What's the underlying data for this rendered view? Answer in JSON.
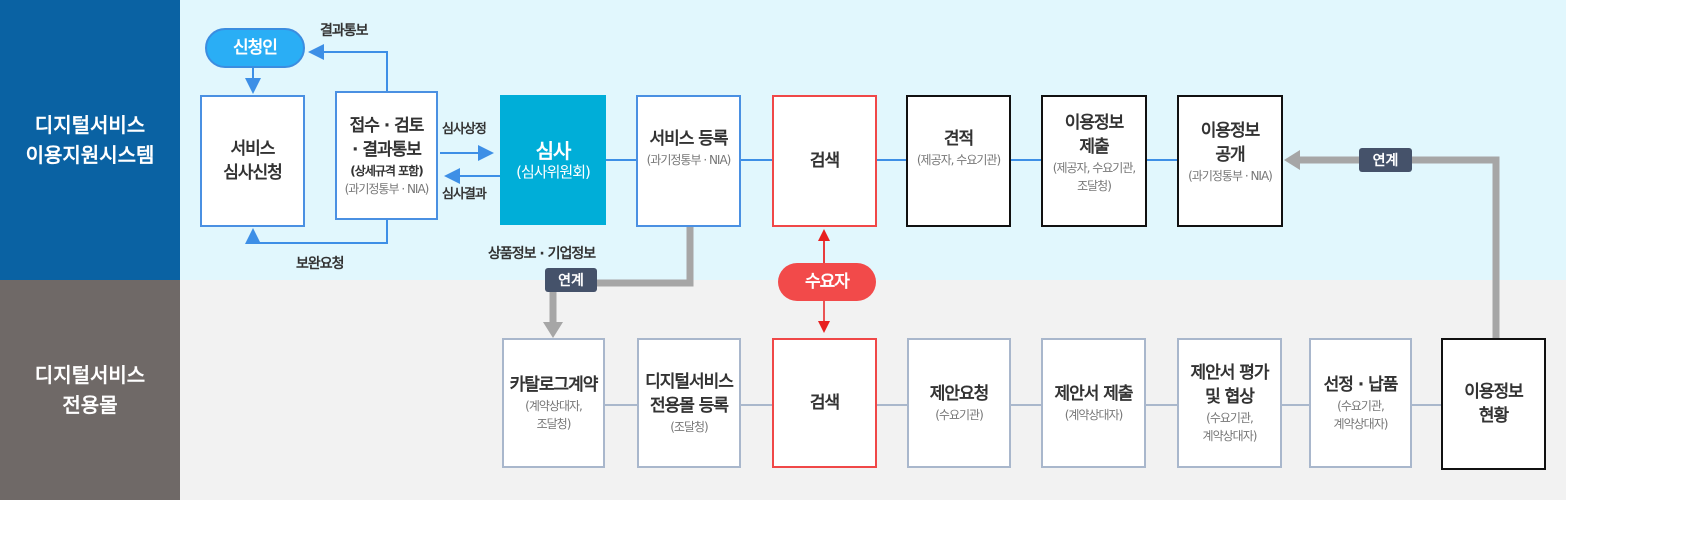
{
  "bands": {
    "top": "디지털서비스\n이용지원시스템",
    "bottom": "디지털서비스\n전용몰"
  },
  "top": {
    "applicant": "신청인",
    "result_notice": "결과통보",
    "supplement_request": "보완요청",
    "review_submit": "심사상정",
    "review_result": "심사결과",
    "product_info": "상품정보 · 기업정보",
    "link_label": "연계",
    "boxes": [
      {
        "title": "서비스\n심사신청",
        "sub": ""
      },
      {
        "title": "접수 · 검토\n· 결과통보",
        "detail": "(상세규격 포함)",
        "sub": "(과기정통부 · NIA)"
      },
      {
        "title": "심사",
        "sub": "(심사위원회)"
      },
      {
        "title": "서비스 등록",
        "sub": "(과기정통부 · NIA)"
      },
      {
        "title": "검색",
        "sub": ""
      },
      {
        "title": "견적",
        "sub": "(제공자, 수요기관)"
      },
      {
        "title": "이용정보\n제출",
        "sub": "(제공자, 수요기관,\n조달청)"
      },
      {
        "title": "이용정보\n공개",
        "sub": "(과기정통부 · NIA)"
      }
    ]
  },
  "middle": {
    "consumer": "수요자",
    "link_label": "연계"
  },
  "bottom": {
    "boxes": [
      {
        "title": "카탈로그계약",
        "sub": "(계약상대자,\n조달청)"
      },
      {
        "title": "디지털서비스\n전용몰 등록",
        "sub": "(조달청)"
      },
      {
        "title": "검색",
        "sub": ""
      },
      {
        "title": "제안요청",
        "sub": "(수요기관)"
      },
      {
        "title": "제안서 제출",
        "sub": "(계약상대자)"
      },
      {
        "title": "제안서 평가\n및 협상",
        "sub": "(수요기관,\n계약상대자)"
      },
      {
        "title": "선정 · 납품",
        "sub": "(수요기관,\n계약상대자)"
      },
      {
        "title": "이용정보\n현황",
        "sub": ""
      }
    ]
  },
  "colors": {
    "top_band": "#0a62a3",
    "bottom_band": "#6f6967",
    "review": "#00aed8",
    "applicant": "#2aaef5",
    "consumer": "#f24a4a"
  }
}
